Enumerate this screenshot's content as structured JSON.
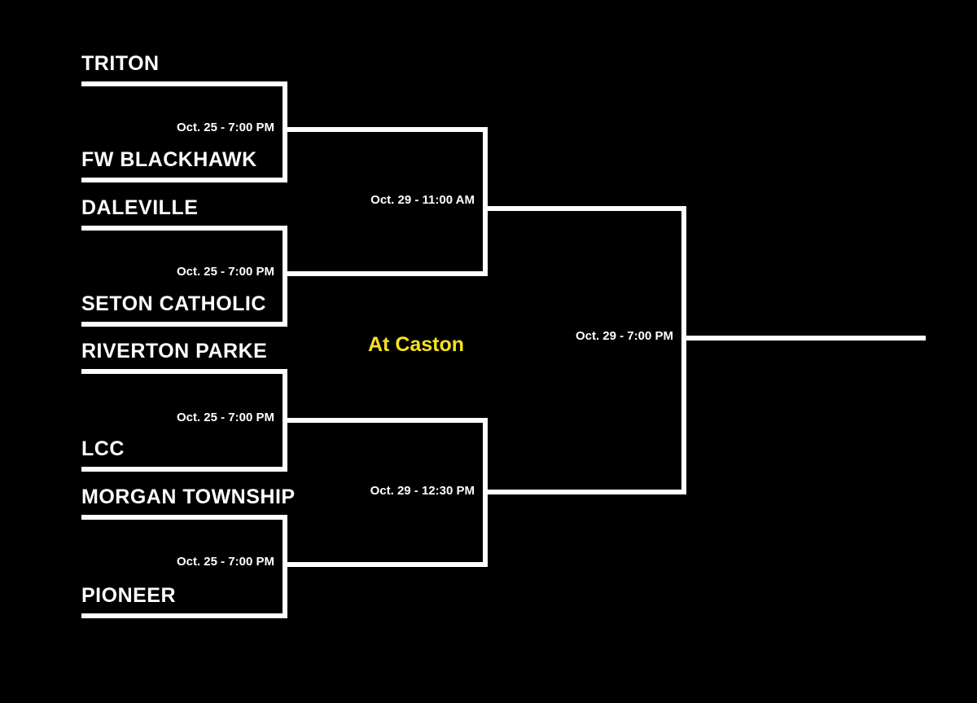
{
  "bracket": {
    "venue_label": "At Caston",
    "venue_color": "#f5e120",
    "line_color": "#ffffff",
    "background_color": "#000000",
    "rounds": [
      {
        "name": "first-round",
        "matchups": [
          {
            "id": "m1",
            "top_team": "TRITON",
            "bottom_team": "FW BLACKHAWK",
            "time": "Oct. 25 - 7:00 PM"
          },
          {
            "id": "m2",
            "top_team": "DALEVILLE",
            "bottom_team": "SETON CATHOLIC",
            "time": "Oct. 25 - 7:00 PM"
          },
          {
            "id": "m3",
            "top_team": "RIVERTON PARKE",
            "bottom_team": "LCC",
            "time": "Oct. 25 - 7:00 PM"
          },
          {
            "id": "m4",
            "top_team": "MORGAN TOWNSHIP",
            "bottom_team": "PIONEER",
            "time": "Oct. 25 - 7:00 PM"
          }
        ]
      },
      {
        "name": "semifinals",
        "matchups": [
          {
            "id": "s1",
            "time": "Oct. 29 - 11:00 AM"
          },
          {
            "id": "s2",
            "time": "Oct. 29 - 12:30 PM"
          }
        ]
      },
      {
        "name": "championship",
        "matchups": [
          {
            "id": "f1",
            "time": "Oct. 29 - 7:00 PM"
          }
        ]
      }
    ]
  }
}
